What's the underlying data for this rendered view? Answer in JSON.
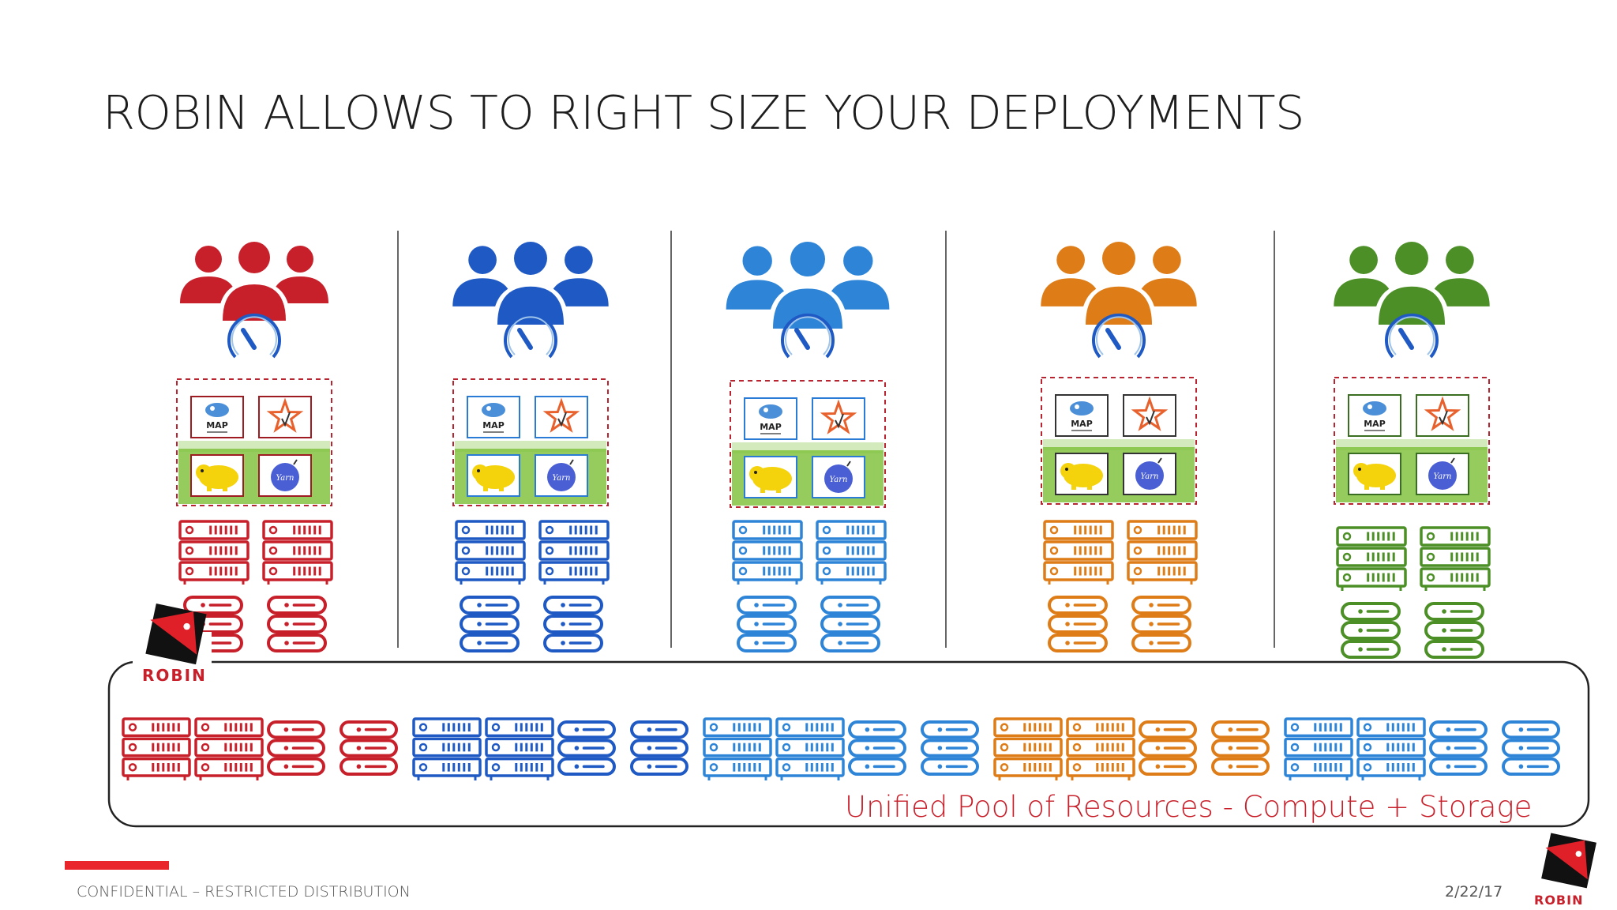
{
  "slide": {
    "title": "ROBIN ALLOWS TO RIGHT SIZE YOUR DEPLOYMENTS",
    "pool_label": "Unified Pool of Resources - Compute + Storage",
    "footer_left": "CONFIDENTIAL – RESTRICTED DISTRIBUTION",
    "footer_date": "2/22/17",
    "brand_text": "ROBIN"
  },
  "colors": {
    "red": "#c8202b",
    "blue": "#1f59c4",
    "lightblue": "#2e85d8",
    "orange": "#de7c17",
    "green": "#4c8f26",
    "dashed_box": "#b8242f",
    "green_band": "#82c341",
    "app_label_blue": "#5b6fd8"
  },
  "app_icons": {
    "mapreduce_label": "MAP",
    "yarn_label": "Yarn"
  },
  "columns": [
    {
      "color": "red"
    },
    {
      "color": "blue"
    },
    {
      "color": "lightblue"
    },
    {
      "color": "orange"
    },
    {
      "color": "green"
    }
  ],
  "pool_sequence": [
    "red",
    "red",
    "red",
    "red",
    "blue",
    "blue",
    "blue",
    "blue",
    "lightblue",
    "lightblue",
    "lightblue",
    "lightblue",
    "orange",
    "orange",
    "orange",
    "orange",
    "lightblue",
    "lightblue",
    "lightblue",
    "lightblue"
  ]
}
